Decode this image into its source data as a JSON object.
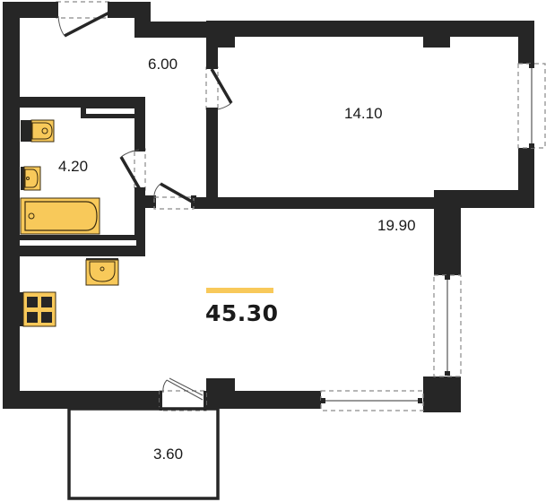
{
  "plan": {
    "total_area": "45.30",
    "accent_color": "#f8c95a",
    "wall_color": "#262626",
    "rooms": [
      {
        "id": "hallway",
        "area": "6.00"
      },
      {
        "id": "bedroom",
        "area": "14.10"
      },
      {
        "id": "bathroom",
        "area": "4.20"
      },
      {
        "id": "kitchen-living",
        "area": "19.90"
      },
      {
        "id": "balcony",
        "area": "3.60"
      }
    ],
    "fixtures": [
      "toilet-icon",
      "washbasin-icon",
      "bathtub-icon",
      "kitchen-sink-icon",
      "stove-icon"
    ]
  }
}
